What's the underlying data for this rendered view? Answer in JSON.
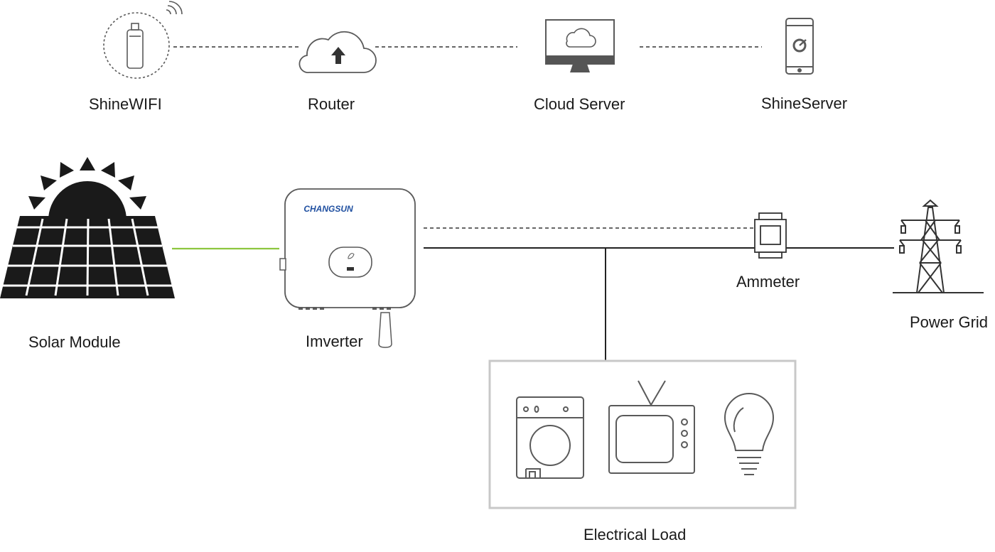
{
  "network": {
    "shinewifi_label": "ShineWIFI",
    "router_label": "Router",
    "cloud_server_label": "Cloud Server",
    "shineserver_label": "ShineServer"
  },
  "power": {
    "solar_module_label": "Solar Module",
    "inverter_label": "Imverter",
    "inverter_brand": "CHANGSUN",
    "ammeter_label": "Ammeter",
    "power_grid_label": "Power Grid",
    "electrical_load_label": "Electrical Load"
  },
  "icons": {
    "wifi_dongle": "shinewifi-dongle-icon",
    "router": "cloud-upload-icon",
    "cloud_server": "monitor-cloud-icon",
    "shineserver": "smartphone-icon",
    "solar": "solar-panel-sun-icon",
    "inverter": "inverter-icon",
    "ammeter": "ammeter-icon",
    "grid": "power-tower-icon",
    "loads": [
      "washing-machine-icon",
      "television-icon",
      "light-bulb-icon"
    ]
  },
  "colors": {
    "line": "#222222",
    "icon_stroke": "#5a5a5a",
    "pv_link": "#8dc63f",
    "brand": "#1f4fa0",
    "load_box": "#c8c8c8"
  }
}
